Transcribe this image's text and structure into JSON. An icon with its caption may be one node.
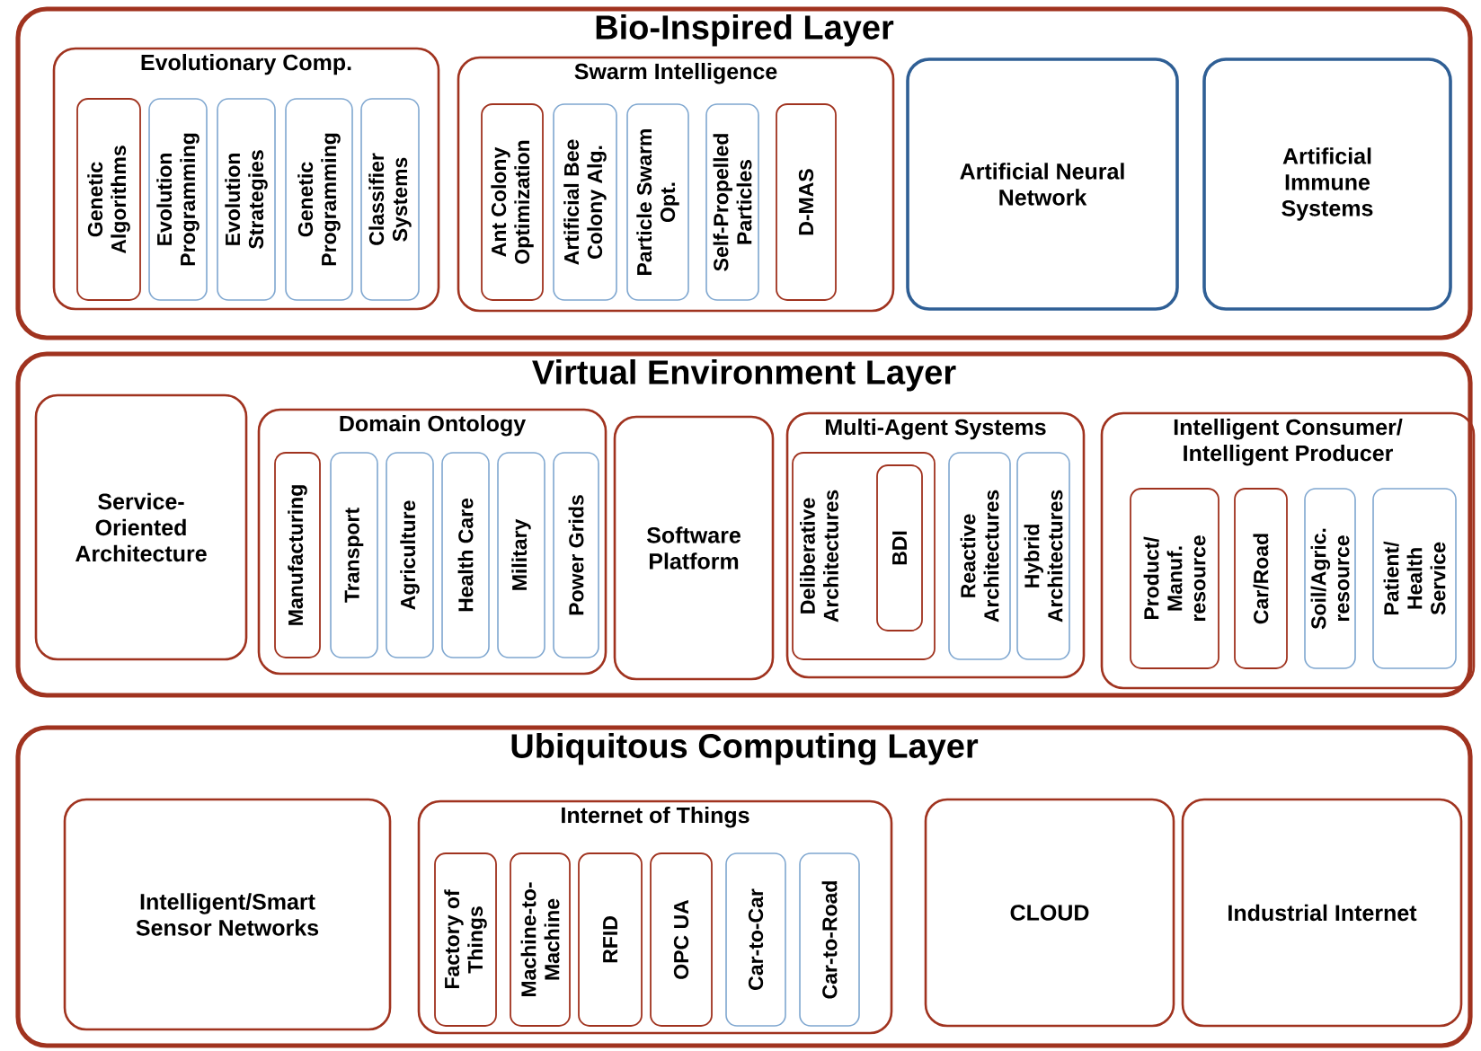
{
  "diagram": {
    "nodes": [
      {
        "text": [
          "Bio-Inspired Layer"
        ]
      },
      {
        "text": [
          "Evolutionary Comp."
        ],
        "in": 0
      },
      {
        "text": [
          "Genetic Algorithms"
        ],
        "in": 1
      },
      {
        "text": [
          "Evolution Programming"
        ],
        "in": 1
      },
      {
        "text": [
          "Evolution Strategies"
        ],
        "in": 1
      },
      {
        "text": [
          "Genetic Programming"
        ],
        "in": 1
      },
      {
        "text": [
          "Classifier Systems"
        ],
        "in": 1
      },
      {
        "text": [
          "Swarm Intelligence"
        ],
        "in": 0
      },
      {
        "text": [
          "Ant Colony Optimization"
        ],
        "in": 7
      },
      {
        "text": [
          "Artificial Bee Colony Alg."
        ],
        "in": 7
      },
      {
        "text": [
          "Particle Swarm Opt."
        ],
        "in": 7
      },
      {
        "text": [
          "Self-Propelled Particles"
        ],
        "in": 7
      },
      {
        "text": [
          "D-MAS"
        ],
        "in": 7
      },
      {
        "text": [
          "Artificial Neural Network"
        ],
        "in": 0
      },
      {
        "text": [
          "Artificial Immune Systems"
        ],
        "in": 0
      },
      {
        "text": [
          "Virtual Environment Layer"
        ]
      },
      {
        "text": [
          "Service-Oriented Architecture"
        ],
        "in": 15
      },
      {
        "text": [
          "Domain Ontology"
        ],
        "in": 15
      },
      {
        "text": [
          "Manufacturing"
        ],
        "in": 17
      },
      {
        "text": [
          "Transport"
        ],
        "in": 17
      },
      {
        "text": [
          "Agriculture"
        ],
        "in": 17
      },
      {
        "text": [
          "Health Care"
        ],
        "in": 17
      },
      {
        "text": [
          "Military"
        ],
        "in": 17
      },
      {
        "text": [
          "Power Grids"
        ],
        "in": 17
      },
      {
        "text": [
          "Software Platform"
        ],
        "in": 15
      },
      {
        "text": [
          "Multi-Agent Systems"
        ],
        "in": 15
      },
      {
        "text": [
          "Deliberative Architectures"
        ],
        "in": 25
      },
      {
        "text": [
          "BDI"
        ],
        "in": 26
      },
      {
        "text": [
          "Reactive Architectures"
        ],
        "in": 25
      },
      {
        "text": [
          "Hybrid Architectures"
        ],
        "in": 25
      },
      {
        "text": [
          "Intelligent Consumer/ Intelligent Producer"
        ],
        "in": 15
      },
      {
        "text": [
          "Product/ Manuf. resource"
        ],
        "in": 30
      },
      {
        "text": [
          "Car/Road"
        ],
        "in": 30
      },
      {
        "text": [
          "Soil/Agric. resource"
        ],
        "in": 30
      },
      {
        "text": [
          "Patient/ Health Service"
        ],
        "in": 30
      },
      {
        "text": [
          "Ubiquitous Computing Layer"
        ]
      },
      {
        "text": [
          "Intelligent/Smart Sensor Networks"
        ],
        "in": 35
      },
      {
        "text": [
          "Internet of Things"
        ],
        "in": 35
      },
      {
        "text": [
          "Factory of Things"
        ],
        "in": 37
      },
      {
        "text": [
          "Machine-to-Machine"
        ],
        "in": 37
      },
      {
        "text": [
          "RFID"
        ],
        "in": 37
      },
      {
        "text": [
          "OPC UA"
        ],
        "in": 37
      },
      {
        "text": [
          "Car-to-Car"
        ],
        "in": 37
      },
      {
        "text": [
          "Car-to-Road"
        ],
        "in": 37
      },
      {
        "text": [
          "CLOUD"
        ],
        "in": 35
      },
      {
        "text": [
          "Industrial Internet"
        ],
        "in": 35
      }
    ]
  }
}
